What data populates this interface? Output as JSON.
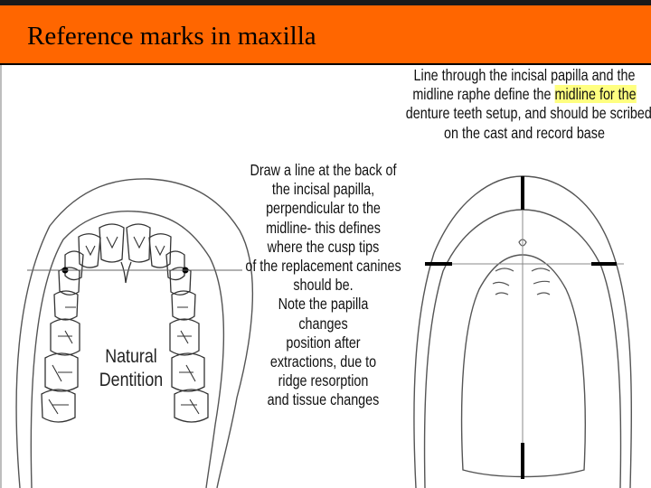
{
  "title": "Reference marks in maxilla",
  "captions": {
    "midline": {
      "line1": "Line through the incisal papilla and the",
      "line2_plain": "midline raphe define the ",
      "line2_highlight": "midline for the",
      "line3": "denture teeth setup, and should be scribed",
      "line4": "on the cast and record base"
    },
    "cusp_line": [
      "Draw a line at the back of",
      "the incisal papilla,",
      "perpendicular to the",
      "midline- this defines",
      "where the cusp tips",
      "of the replacement canines",
      "should be.",
      "Note the papilla",
      "changes",
      "position after",
      "extractions, due to",
      "ridge resorption",
      "and tissue changes"
    ]
  },
  "left_drawing": {
    "label_line1": "Natural",
    "label_line2": "Dentition"
  },
  "colors": {
    "title_bar": "#ff6600",
    "highlight": "#ffff80",
    "outline": "#555555"
  }
}
